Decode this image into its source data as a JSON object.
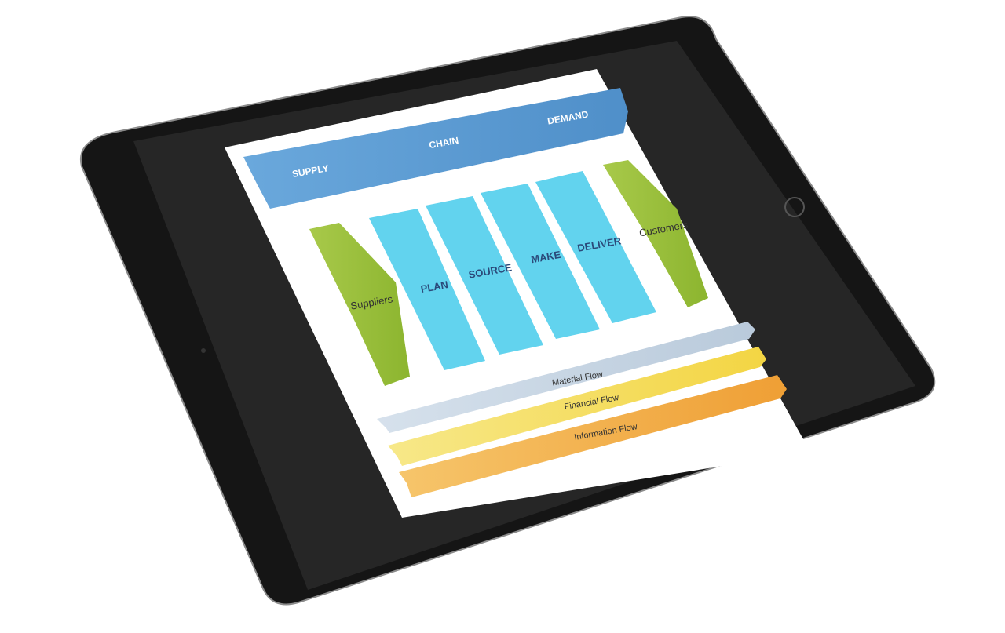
{
  "diagram": {
    "banner": {
      "words": [
        "SUPPLY",
        "CHAIN",
        "DEMAND"
      ]
    },
    "suppliers_label": "Suppliers",
    "customers_label": "Customers",
    "process_stages": [
      "PLAN",
      "SOURCE",
      "MAKE",
      "DELIVER"
    ],
    "flows": [
      "Material Flow",
      "Financial Flow",
      "Information Flow"
    ]
  },
  "colors": {
    "banner_blue": "#5b9bd5",
    "stage_cyan": "#62d3ee",
    "partner_green": "#9dc03c",
    "material_flow": "#c3d2e0",
    "financial_flow": "#f5dc5a",
    "information_flow": "#f2a944",
    "label_dark": "#2b4a7a",
    "device_body": "#1a1a1a",
    "device_bezel": "#262626",
    "screen_paper": "#ffffff"
  }
}
